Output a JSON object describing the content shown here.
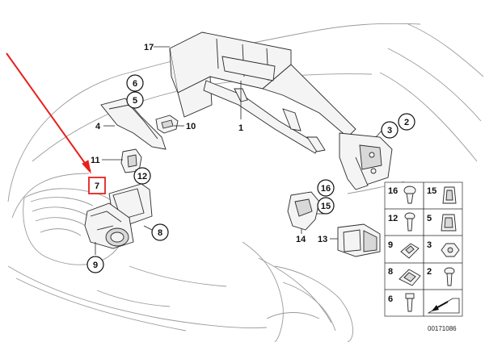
{
  "diagram": {
    "callouts_plain": [
      {
        "id": "c17",
        "label": "17"
      },
      {
        "id": "c1",
        "label": "1"
      },
      {
        "id": "c4",
        "label": "4"
      },
      {
        "id": "c10",
        "label": "10"
      },
      {
        "id": "c11",
        "label": "11"
      },
      {
        "id": "c14",
        "label": "14"
      },
      {
        "id": "c13",
        "label": "13"
      }
    ],
    "callouts_circled": [
      {
        "id": "c6",
        "label": "6"
      },
      {
        "id": "c5",
        "label": "5"
      },
      {
        "id": "c3",
        "label": "3"
      },
      {
        "id": "c2",
        "label": "2"
      },
      {
        "id": "c12",
        "label": "12"
      },
      {
        "id": "c8",
        "label": "8"
      },
      {
        "id": "c9",
        "label": "9"
      },
      {
        "id": "c16",
        "label": "16"
      },
      {
        "id": "c15",
        "label": "15"
      }
    ],
    "highlighted_callout": {
      "label": "7",
      "highlight_color": "#e8211c"
    },
    "arrow_color": "#e8211c",
    "parts_grid": [
      [
        "16",
        "15"
      ],
      [
        "12",
        "5"
      ],
      [
        "9",
        "3"
      ],
      [
        "8",
        "2"
      ],
      [
        "6",
        ""
      ]
    ],
    "reference_number": "00171086"
  }
}
